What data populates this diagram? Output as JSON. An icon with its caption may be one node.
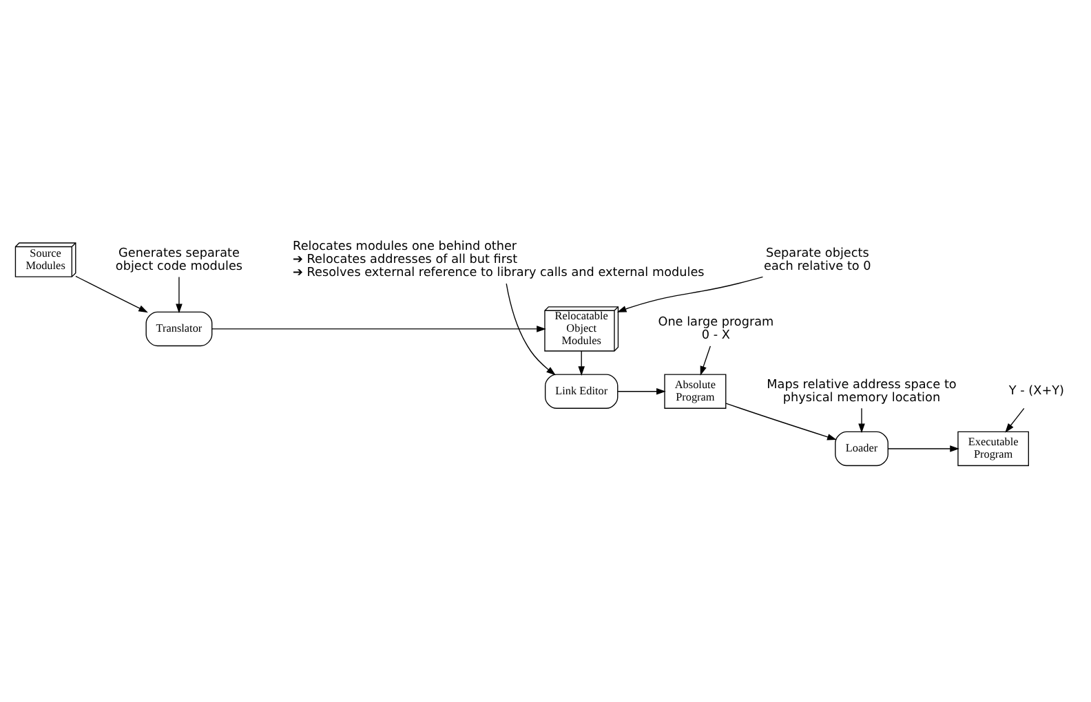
{
  "diagram": {
    "nodes": [
      {
        "text": [
          "Source Modules"
        ]
      },
      {
        "text": [
          "Translator"
        ]
      },
      {
        "text": [
          "Relocatable Object Modules"
        ]
      },
      {
        "text": [
          "Link Editor"
        ]
      },
      {
        "text": [
          "Absolute Program"
        ]
      },
      {
        "text": [
          "Loader"
        ]
      },
      {
        "text": [
          "Executable Program"
        ]
      },
      {
        "text": [
          "Separate objects each relative to 0"
        ]
      },
      {
        "text": [
          "One large program",
          "0 - X"
        ]
      },
      {
        "text": [
          "Y - (X+Y)"
        ]
      },
      {
        "text": [
          "Maps relative address space to physical memory location"
        ]
      },
      {
        "text": [
          "Relocates modules one behind other",
          "➔ Relocates addresses of all but first",
          "➔ Resolves external reference to library calls and external modules"
        ]
      },
      {
        "text": [
          "Generates separate object code modules"
        ]
      }
    ],
    "edges": [
      {
        "from": 0,
        "to": 1,
        "arrow": "to"
      },
      {
        "from": 1,
        "to": 2,
        "arrow": "to"
      },
      {
        "from": 2,
        "to": 3,
        "arrow": "to"
      },
      {
        "from": 3,
        "to": 4,
        "arrow": "to"
      },
      {
        "from": 4,
        "to": 5,
        "arrow": "to"
      },
      {
        "from": 5,
        "to": 6,
        "arrow": "to"
      },
      {
        "from": 7,
        "to": 2,
        "arrow": "to"
      },
      {
        "from": 8,
        "to": 4,
        "arrow": "to"
      },
      {
        "from": 9,
        "to": 6,
        "arrow": "to"
      },
      {
        "from": 10,
        "to": 5,
        "arrow": "to"
      },
      {
        "from": 11,
        "to": 3,
        "arrow": "to"
      },
      {
        "from": 12,
        "to": 1,
        "arrow": "to"
      }
    ]
  }
}
